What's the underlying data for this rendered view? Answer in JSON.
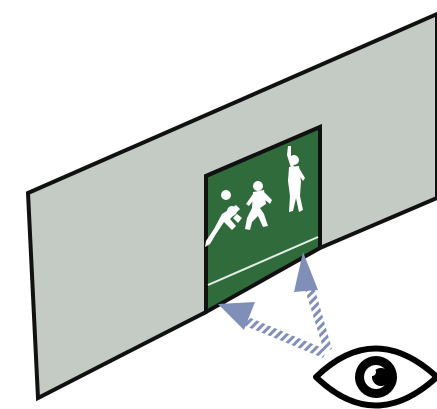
{
  "colors": {
    "wall": "#c3cbc4",
    "wall_outline": "#111111",
    "court": "#2f6b3b",
    "court_line": "#e6efe6",
    "players": "#ffffff",
    "arrow": "#7f8fb8",
    "eye": "#000000"
  },
  "icons": [
    "wall-panel",
    "window-opening",
    "volleyball-players",
    "gaze-arrow",
    "eye-icon"
  ]
}
